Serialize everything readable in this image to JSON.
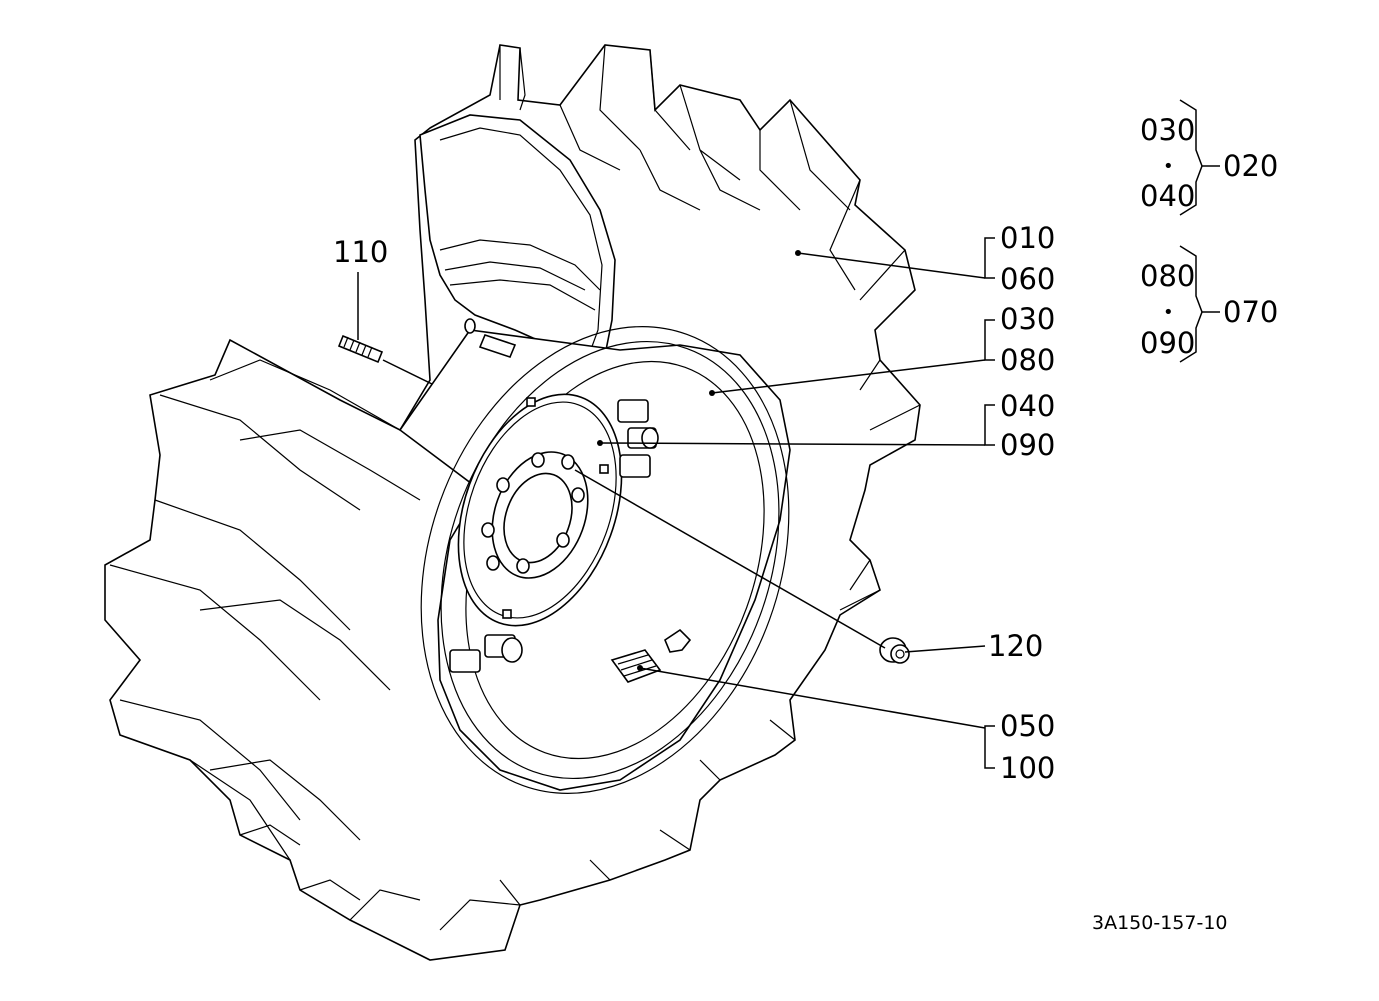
{
  "callouts": {
    "c110": "110",
    "c010": "010",
    "c060": "060",
    "c030": "030",
    "c080": "080",
    "c040": "040",
    "c090": "090",
    "c120": "120",
    "c050": "050",
    "c100": "100"
  },
  "legend": {
    "group1": {
      "top": "030",
      "dot": "•",
      "bottom": "040",
      "assembly": "020"
    },
    "group2": {
      "top": "080",
      "dot": "•",
      "bottom": "090",
      "assembly": "070"
    }
  },
  "drawing_code": "3A150-157-10",
  "colors": {
    "line": "#000000",
    "background": "#ffffff"
  }
}
